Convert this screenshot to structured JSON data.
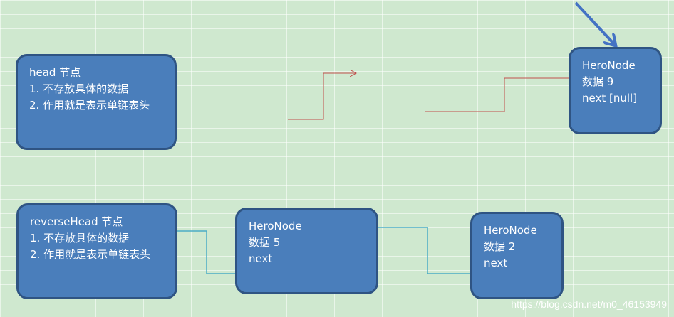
{
  "head_box": {
    "title": "head 节点",
    "line1": "1. 不存放具体的数据",
    "line2": "2. 作用就是表示单链表头"
  },
  "reverse_head_box": {
    "title": "reverseHead 节点",
    "line1": "1. 不存放具体的数据",
    "line2": "2. 作用就是表示单链表头"
  },
  "node_top_right": {
    "title": "HeroNode",
    "data": "数据 9",
    "next": "next [null]"
  },
  "node_middle": {
    "title": "HeroNode",
    "data": "数据 5",
    "next": "next"
  },
  "node_bottom_right": {
    "title": "HeroNode",
    "data": "数据 2",
    "next": "next"
  },
  "watermark": "https://blog.csdn.net/m0_46153949",
  "colors": {
    "node_fill": "#4a7ebb",
    "node_border": "#2f5483",
    "red_connector": "#c0504d",
    "blue_connector": "#4bacc6",
    "big_arrow": "#4472c4"
  }
}
